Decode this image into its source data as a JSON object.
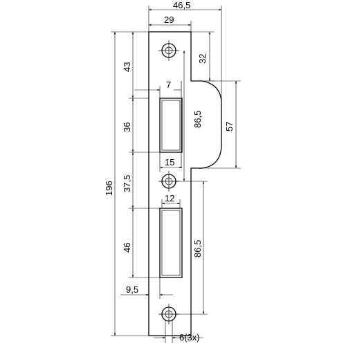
{
  "drawing": {
    "dimensions": {
      "overall_width": "46,5",
      "plate_width": "29",
      "top_to_lip": "32",
      "lip_height": "57",
      "top_to_latch_opening": "43",
      "latch_opening_width": "7",
      "latch_opening_height": "36",
      "hole_spacing_upper": "86,5",
      "latch_opening_depth": "15",
      "middle_gap": "37,5",
      "overall_height": "196",
      "bolt_opening_width": "12",
      "bolt_opening_height": "46",
      "hole_spacing_lower": "86,5",
      "bolt_offset": "9,5",
      "screw_holes": "6(3x)"
    },
    "colors": {
      "line": "#000000",
      "background": "#ffffff"
    }
  }
}
